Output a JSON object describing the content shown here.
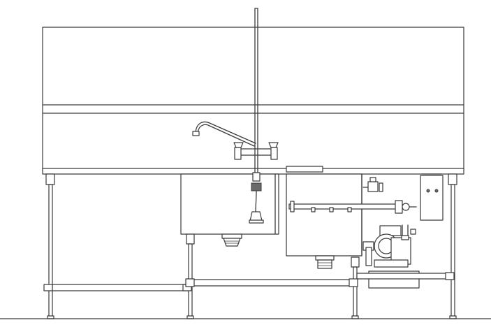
{
  "figure": {
    "background": "#ffffff",
    "line_color": "#3a3a3a",
    "components": [
      "backsplash",
      "countertop",
      "pre-rinse-faucet",
      "spray-valve",
      "sink-bowl",
      "disposer-tank",
      "drain-pump",
      "control-box",
      "legs-and-crossbars",
      "floor-line"
    ]
  }
}
